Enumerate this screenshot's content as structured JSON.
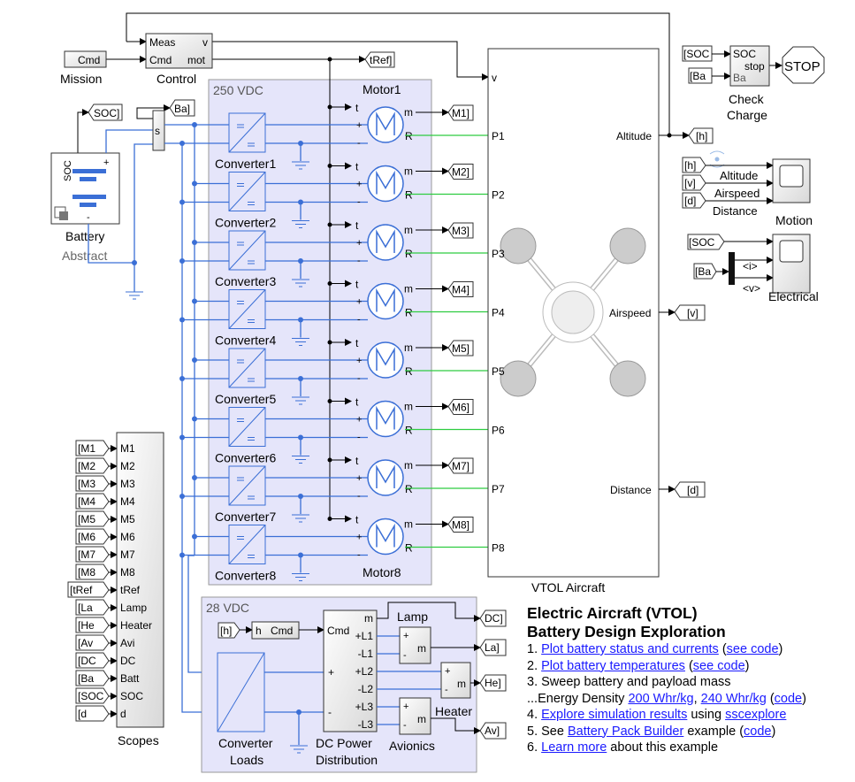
{
  "colors": {
    "wire": "#000000",
    "physical": "#3b6fd6",
    "green": "#2ecc40",
    "area": "#e5e5fa"
  },
  "mission": {
    "port": "Cmd",
    "label": "Mission"
  },
  "control": {
    "in1": "Meas",
    "in2": "Cmd",
    "out1": "v",
    "out2": "mot",
    "label": "Control"
  },
  "tref_tag": "tRef]",
  "soc_tag": "SOC]",
  "ba_tag": "Ba]",
  "battery": {
    "soc": "SOC",
    "plus": "+",
    "minus": "-",
    "label": "Battery",
    "sublabel": "Abstract"
  },
  "bus_selector": {
    "port": "s"
  },
  "area250": {
    "label": "250 VDC",
    "motor_top": "Motor1",
    "motor_bottom": "Motor8"
  },
  "converters": [
    "Converter1",
    "Converter2",
    "Converter3",
    "Converter4",
    "Converter5",
    "Converter6",
    "Converter7",
    "Converter8"
  ],
  "motor_ports": {
    "t": "t",
    "m": "m",
    "r": "R",
    "plus": "+",
    "minus": "-"
  },
  "motor_tags": [
    "M1]",
    "M2]",
    "M3]",
    "M4]",
    "M5]",
    "M6]",
    "M7]",
    "M8]"
  ],
  "vtol": {
    "label": "VTOL Aircraft",
    "in_v": "v",
    "ports": [
      "P1",
      "P2",
      "P3",
      "P4",
      "P5",
      "P6",
      "P7",
      "P8"
    ],
    "out_altitude": "Altitude",
    "out_airspeed": "Airspeed",
    "out_distance": "Distance"
  },
  "h_tag": "[h]",
  "v_tag": "[v]",
  "d_tag": "[d]",
  "check_charge": {
    "in1": "SOC",
    "in2": "Ba",
    "out": "stop",
    "label1": "Check",
    "label2": "Charge",
    "soc_from": "[SOC",
    "ba_from": "[Ba"
  },
  "stop": "STOP",
  "motion": {
    "from": [
      "[h]",
      "[v]",
      "[d]"
    ],
    "signals": [
      "Altitude",
      "Airspeed",
      "Distance"
    ],
    "label": "Motion"
  },
  "electrical": {
    "soc_from": "[SOC",
    "ba_from": "[Ba",
    "signals": [
      "<i>",
      "<v>"
    ],
    "label": "Electrical"
  },
  "scopes": {
    "label": "Scopes",
    "from": [
      "M1",
      "M2",
      "M3",
      "M4",
      "M5",
      "M6",
      "M7",
      "M8",
      "tRef",
      "La",
      "He",
      "Av",
      "DC",
      "Ba",
      "SOC",
      "d"
    ],
    "ports": [
      "M1",
      "M2",
      "M3",
      "M4",
      "M5",
      "M6",
      "M7",
      "M8",
      "tRef",
      "Lamp",
      "Heater",
      "Avi",
      "DC",
      "Batt",
      "SOC",
      "d"
    ]
  },
  "area28": {
    "label": "28 VDC",
    "h_from": "[h]",
    "hcmd": {
      "in": "h",
      "out": "Cmd"
    },
    "converter_label1": "Converter",
    "converter_label2": "Loads",
    "dcpd": {
      "in_cmd": "Cmd",
      "plus": "+",
      "minus": "-",
      "ports": [
        "m",
        "+L1",
        "-L1",
        "+L2",
        "-L2",
        "+L3",
        "-L3"
      ],
      "label1": "DC Power",
      "label2": "Distribution"
    },
    "lamp": "Lamp",
    "heater": "Heater",
    "avionics": "Avionics",
    "load_port": "m",
    "tags": [
      "DC]",
      "La]",
      "He]",
      "Av]"
    ]
  },
  "notes": {
    "title1": "Electric Aircraft (VTOL)",
    "title2": "Battery Design Exploration",
    "l1n": "1. ",
    "l1a": "Plot battery status and currents",
    "l1b": " (",
    "l1c": "see code",
    "l1d": ")",
    "l2n": "2. ",
    "l2a": "Plot battery temperatures",
    "l2b": " (",
    "l2c": "see code",
    "l2d": ")",
    "l3": "3. Sweep battery and payload mass",
    "l3b": " ...Energy Density ",
    "l3c": "200 Whr/kg",
    "l3d": ", ",
    "l3e": "240 Whr/kg",
    "l3f": " (",
    "l3g": "code",
    "l3h": ")",
    "l4n": "4. ",
    "l4a": "Explore simulation results",
    "l4b": " using ",
    "l4c": "sscexplore",
    "l5n": "5. See ",
    "l5a": "Battery Pack Builder",
    "l5b": " example (",
    "l5c": "code",
    "l5d": ")",
    "l6n": "6. ",
    "l6a": "Learn more",
    "l6b": " about this example"
  }
}
